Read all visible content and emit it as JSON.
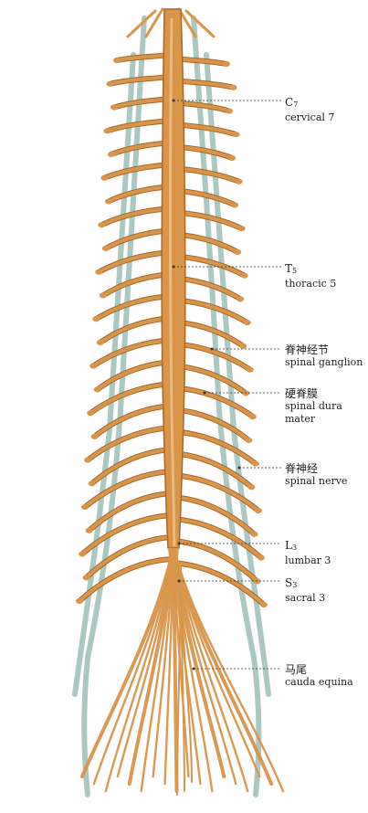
{
  "labels": {
    "c7": {
      "code": "C",
      "sub": "7",
      "en": "cervical 7"
    },
    "t5": {
      "code": "T",
      "sub": "5",
      "en": "thoracic 5"
    },
    "ganglion": {
      "zh": "脊神经节",
      "en": "spinal ganglion"
    },
    "dura": {
      "zh": "硬脊膜",
      "en": "spinal dura mater"
    },
    "nerve": {
      "zh": "脊神经",
      "en": "spinal nerve"
    },
    "l3": {
      "code": "L",
      "sub": "3",
      "en": "lumbar 3"
    },
    "s3": {
      "code": "S",
      "sub": "3",
      "en": "sacral 3"
    },
    "cauda": {
      "zh": "马尾",
      "en": "cauda equina"
    }
  },
  "colors": {
    "nerve": "#d9954a",
    "nerve_highlight": "#f3c489",
    "nerve_shadow": "#a9672a",
    "vessel": "#8fb7ad",
    "leader": "#333333"
  }
}
